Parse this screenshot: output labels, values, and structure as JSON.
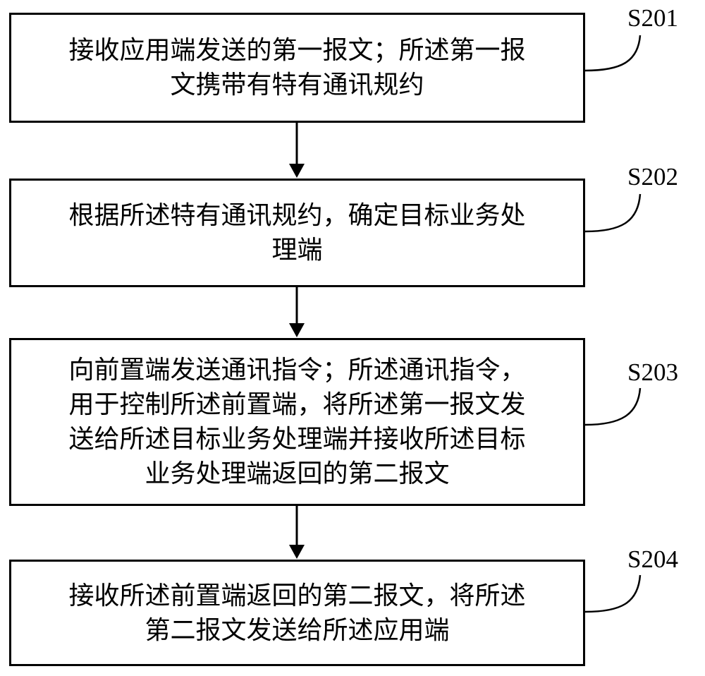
{
  "steps": [
    {
      "label": "S201",
      "lines": [
        "接收应用端发送的第一报文；所述第一报",
        "文携带有特有通讯规约"
      ]
    },
    {
      "label": "S202",
      "lines": [
        "根据所述特有通讯规约，确定目标业务处",
        "理端"
      ]
    },
    {
      "label": "S203",
      "lines": [
        "向前置端发送通讯指令；所述通讯指令，",
        "用于控制所述前置端，将所述第一报文发",
        "送给所述目标业务处理端并接收所述目标",
        "业务处理端返回的第二报文"
      ]
    },
    {
      "label": "S204",
      "lines": [
        "接收所述前置端返回的第二报文，将所述",
        "第二报文发送给所述应用端"
      ]
    }
  ]
}
